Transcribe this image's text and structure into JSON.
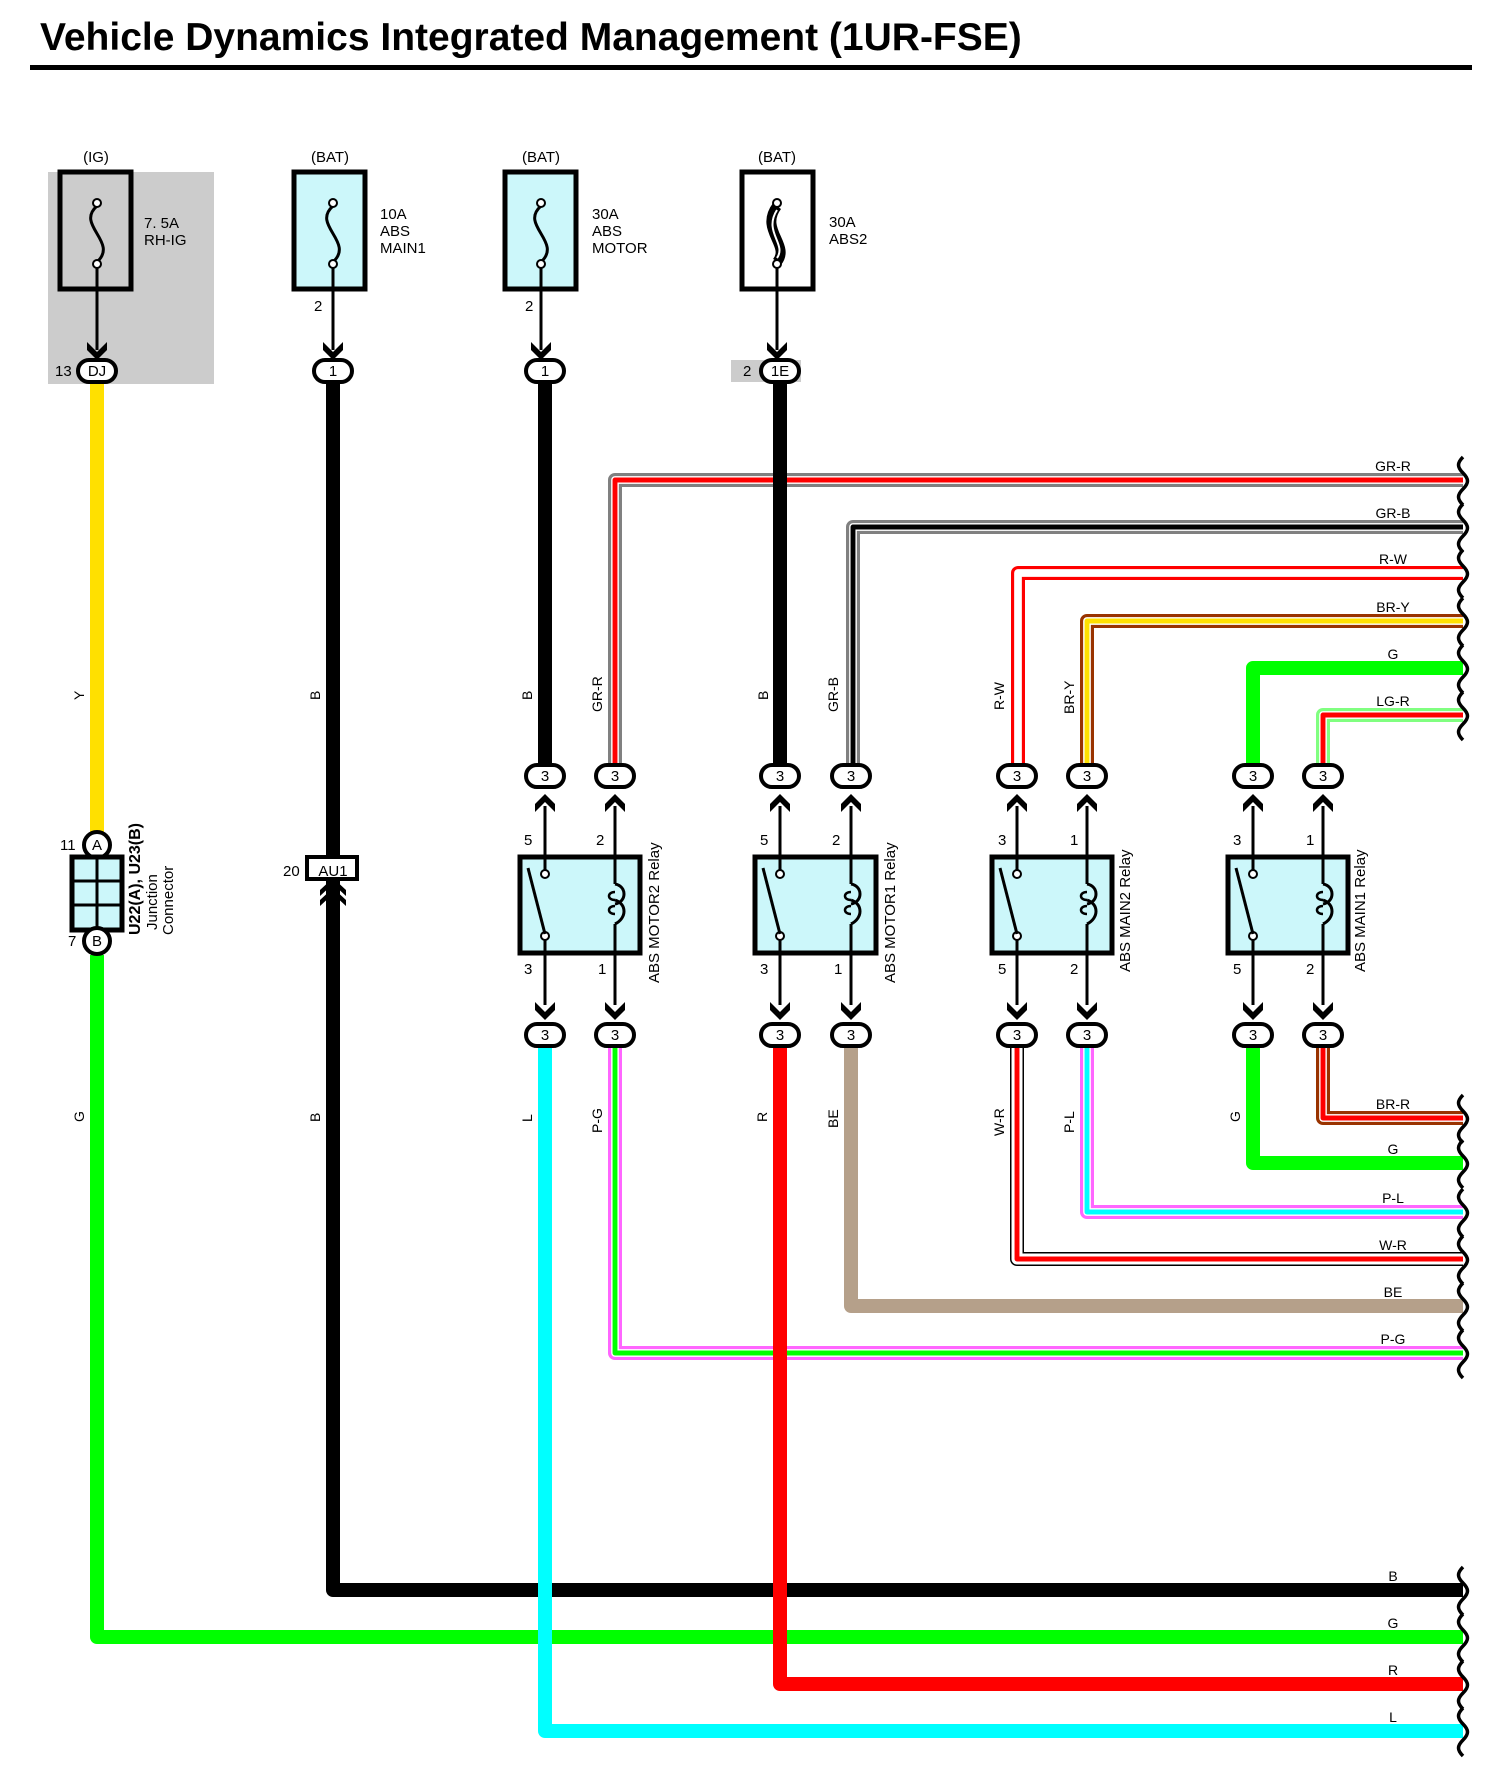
{
  "title": "Vehicle Dynamics Integrated Management (1UR-FSE)",
  "colors": {
    "Y": "#ffe000",
    "G": "#00ff00",
    "B": "#000000",
    "R": "#ff0000",
    "L": "#00ffff",
    "GR": "#808080",
    "W": "#ffffff",
    "BR": "#993300",
    "LG": "#80ff80",
    "P": "#ff66ff",
    "BE": "#b5a08a",
    "fuse_fill": "#ccf7fa",
    "shade": "#cccccc"
  },
  "fuses": [
    {
      "source": "(IG)",
      "rating": "7. 5A",
      "name_lines": [
        "RH-IG"
      ],
      "pin": "",
      "connector": "DJ",
      "connector_pin": "13",
      "shaded": true,
      "type": "standard"
    },
    {
      "source": "(BAT)",
      "rating": "10A",
      "name_lines": [
        "ABS",
        "MAIN1"
      ],
      "pin": "2",
      "connector": "1",
      "connector_pin": "",
      "shaded": false,
      "type": "standard"
    },
    {
      "source": "(BAT)",
      "rating": "30A",
      "name_lines": [
        "ABS",
        "MOTOR"
      ],
      "pin": "2",
      "connector": "1",
      "connector_pin": "",
      "shaded": false,
      "type": "standard"
    },
    {
      "source": "(BAT)",
      "rating": "30A",
      "name_lines": [
        "ABS2"
      ],
      "pin": "",
      "connector": "1E",
      "connector_pin": "2",
      "shaded": true,
      "type": "fusible-link"
    }
  ],
  "junction_connector": {
    "name_line1": "U22(A), U23(B)",
    "name_line2": "Junction",
    "name_line3": "Connector",
    "top_pin": "11",
    "top_label": "A",
    "bottom_pin": "7",
    "bottom_label": "B"
  },
  "inline_connector": {
    "pin": "20",
    "label": "AU1"
  },
  "relays": [
    {
      "name": "ABS MOTOR2 Relay",
      "top_left_pin": "5",
      "top_right_pin": "2",
      "bottom_left_pin": "3",
      "bottom_right_pin": "1",
      "connector": "3"
    },
    {
      "name": "ABS MOTOR1 Relay",
      "top_left_pin": "5",
      "top_right_pin": "2",
      "bottom_left_pin": "3",
      "bottom_right_pin": "1",
      "connector": "3"
    },
    {
      "name": "ABS MAIN2 Relay",
      "top_left_pin": "3",
      "top_right_pin": "1",
      "bottom_left_pin": "5",
      "bottom_right_pin": "2",
      "connector": "3"
    },
    {
      "name": "ABS MAIN1 Relay",
      "top_left_pin": "3",
      "top_right_pin": "1",
      "bottom_left_pin": "5",
      "bottom_right_pin": "2",
      "connector": "3"
    }
  ],
  "wire_labels_vertical": {
    "y_wire": "Y",
    "g_wire": "G",
    "b_wire_upper": "B",
    "b_wire_lower": "B",
    "motor2_in": "B",
    "motor2_coil_in": "GR-R",
    "motor1_in": "B",
    "motor1_coil_in": "GR-B",
    "main2_in": "R-W",
    "main2_coil_in": "BR-Y",
    "motor2_out": "L",
    "motor2_coil_out": "P-G",
    "motor1_out": "R",
    "motor1_coil_out": "BE",
    "main2_out": "W-R",
    "main2_coil_out": "P-L",
    "main1_out": "G"
  },
  "right_edge_wires_upper": [
    {
      "label": "GR-R",
      "base": "GR",
      "stripe": "R"
    },
    {
      "label": "GR-B",
      "base": "GR",
      "stripe": "B"
    },
    {
      "label": "R-W",
      "base": "R",
      "stripe": "W"
    },
    {
      "label": "BR-Y",
      "base": "BR",
      "stripe": "Y"
    },
    {
      "label": "G",
      "base": "G",
      "stripe": ""
    },
    {
      "label": "LG-R",
      "base": "LG",
      "stripe": "R"
    }
  ],
  "right_edge_wires_middle": [
    {
      "label": "BR-R",
      "base": "BR",
      "stripe": "R"
    },
    {
      "label": "G",
      "base": "G",
      "stripe": ""
    },
    {
      "label": "P-L",
      "base": "P",
      "stripe": "L"
    },
    {
      "label": "W-R",
      "base": "W",
      "stripe": "R"
    },
    {
      "label": "BE",
      "base": "BE",
      "stripe": ""
    },
    {
      "label": "P-G",
      "base": "P",
      "stripe": "G"
    }
  ],
  "right_edge_wires_lower": [
    {
      "label": "B",
      "base": "B",
      "stripe": ""
    },
    {
      "label": "G",
      "base": "G",
      "stripe": ""
    },
    {
      "label": "R",
      "base": "R",
      "stripe": ""
    },
    {
      "label": "L",
      "base": "L",
      "stripe": ""
    }
  ]
}
